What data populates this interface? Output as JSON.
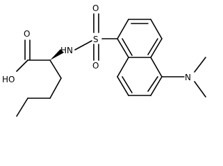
{
  "labels": {
    "hydroxyl": "HO",
    "carbonyl_oxygen": "O",
    "amine": "HN",
    "sulfur": "S",
    "sulfonyl_oxygen_top": "O",
    "sulfonyl_oxygen_bottom": "O",
    "dimethylamino_nitrogen": "N"
  },
  "colors": {
    "ink": "#000000",
    "background": "#ffffff"
  }
}
